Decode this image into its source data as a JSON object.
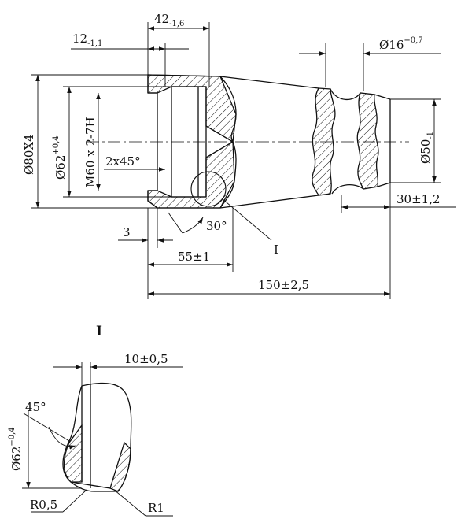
{
  "dimensions": {
    "len_42": {
      "main": "42",
      "tol": "-1,6"
    },
    "len_12": {
      "main": "12",
      "tol": "-1,1"
    },
    "dia_16": {
      "main": "Ø16",
      "tol": "+0,7"
    },
    "dia_80": {
      "main": "Ø80X4"
    },
    "dia_62": {
      "main": "Ø62",
      "tol": "+0,4"
    },
    "thread": {
      "main": "M60 x 2-7H"
    },
    "chamfer": {
      "main": "2x45°"
    },
    "dia_50": {
      "main": "Ø50",
      "tol": "-1"
    },
    "len_30": {
      "main": "30±1,2"
    },
    "len_3": {
      "main": "3"
    },
    "angle_30": {
      "main": "30°"
    },
    "len_55": {
      "main": "55±1"
    },
    "len_150": {
      "main": "150±2,5"
    },
    "detail_ref": {
      "main": "I"
    }
  },
  "detail": {
    "title": "I",
    "len_10": {
      "main": "10±0,5"
    },
    "angle_45": {
      "main": "45°"
    },
    "dia_62": {
      "main": "Ø62",
      "tol": "+0,4"
    },
    "radius_05": {
      "main": "R0,5"
    },
    "radius_1": {
      "main": "R1"
    }
  }
}
